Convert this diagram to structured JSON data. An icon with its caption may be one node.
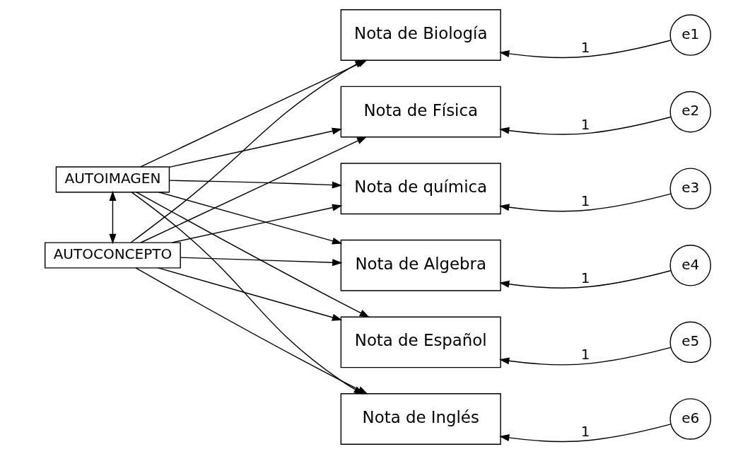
{
  "diagram": {
    "nodes": [
      {
        "text": [
          "AUTOIMAGEN"
        ]
      },
      {
        "text": [
          "AUTOCONCEPTO"
        ]
      },
      {
        "text": [
          "Nota de Biología"
        ]
      },
      {
        "text": [
          "Nota de Física"
        ]
      },
      {
        "text": [
          "Nota de química"
        ]
      },
      {
        "text": [
          "Nota de Algebra"
        ]
      },
      {
        "text": [
          "Nota de Español"
        ]
      },
      {
        "text": [
          "Nota de Inglés"
        ]
      },
      {
        "text": [
          "e1"
        ]
      },
      {
        "text": [
          "e2"
        ]
      },
      {
        "text": [
          "e3"
        ]
      },
      {
        "text": [
          "e4"
        ]
      },
      {
        "text": [
          "e5"
        ]
      },
      {
        "text": [
          "e6"
        ]
      }
    ],
    "edges": [
      {
        "from": 0,
        "to": 1,
        "arrow": "both"
      },
      {
        "from": 0,
        "to": 2,
        "arrow": "to"
      },
      {
        "from": 0,
        "to": 3,
        "arrow": "to"
      },
      {
        "from": 0,
        "to": 4,
        "arrow": "to"
      },
      {
        "from": 0,
        "to": 5,
        "arrow": "to"
      },
      {
        "from": 0,
        "to": 6,
        "arrow": "to"
      },
      {
        "from": 0,
        "to": 7,
        "arrow": "to"
      },
      {
        "from": 1,
        "to": 2,
        "arrow": "to"
      },
      {
        "from": 1,
        "to": 3,
        "arrow": "to"
      },
      {
        "from": 1,
        "to": 4,
        "arrow": "to"
      },
      {
        "from": 1,
        "to": 5,
        "arrow": "to"
      },
      {
        "from": 1,
        "to": 6,
        "arrow": "to"
      },
      {
        "from": 1,
        "to": 7,
        "arrow": "to"
      },
      {
        "from": 8,
        "to": 2,
        "arrow": "to",
        "label": "1"
      },
      {
        "from": 9,
        "to": 3,
        "arrow": "to",
        "label": "1"
      },
      {
        "from": 10,
        "to": 4,
        "arrow": "to",
        "label": "1"
      },
      {
        "from": 11,
        "to": 5,
        "arrow": "to",
        "label": "1"
      },
      {
        "from": 12,
        "to": 6,
        "arrow": "to",
        "label": "1"
      },
      {
        "from": 13,
        "to": 7,
        "arrow": "to",
        "label": "1"
      }
    ]
  }
}
